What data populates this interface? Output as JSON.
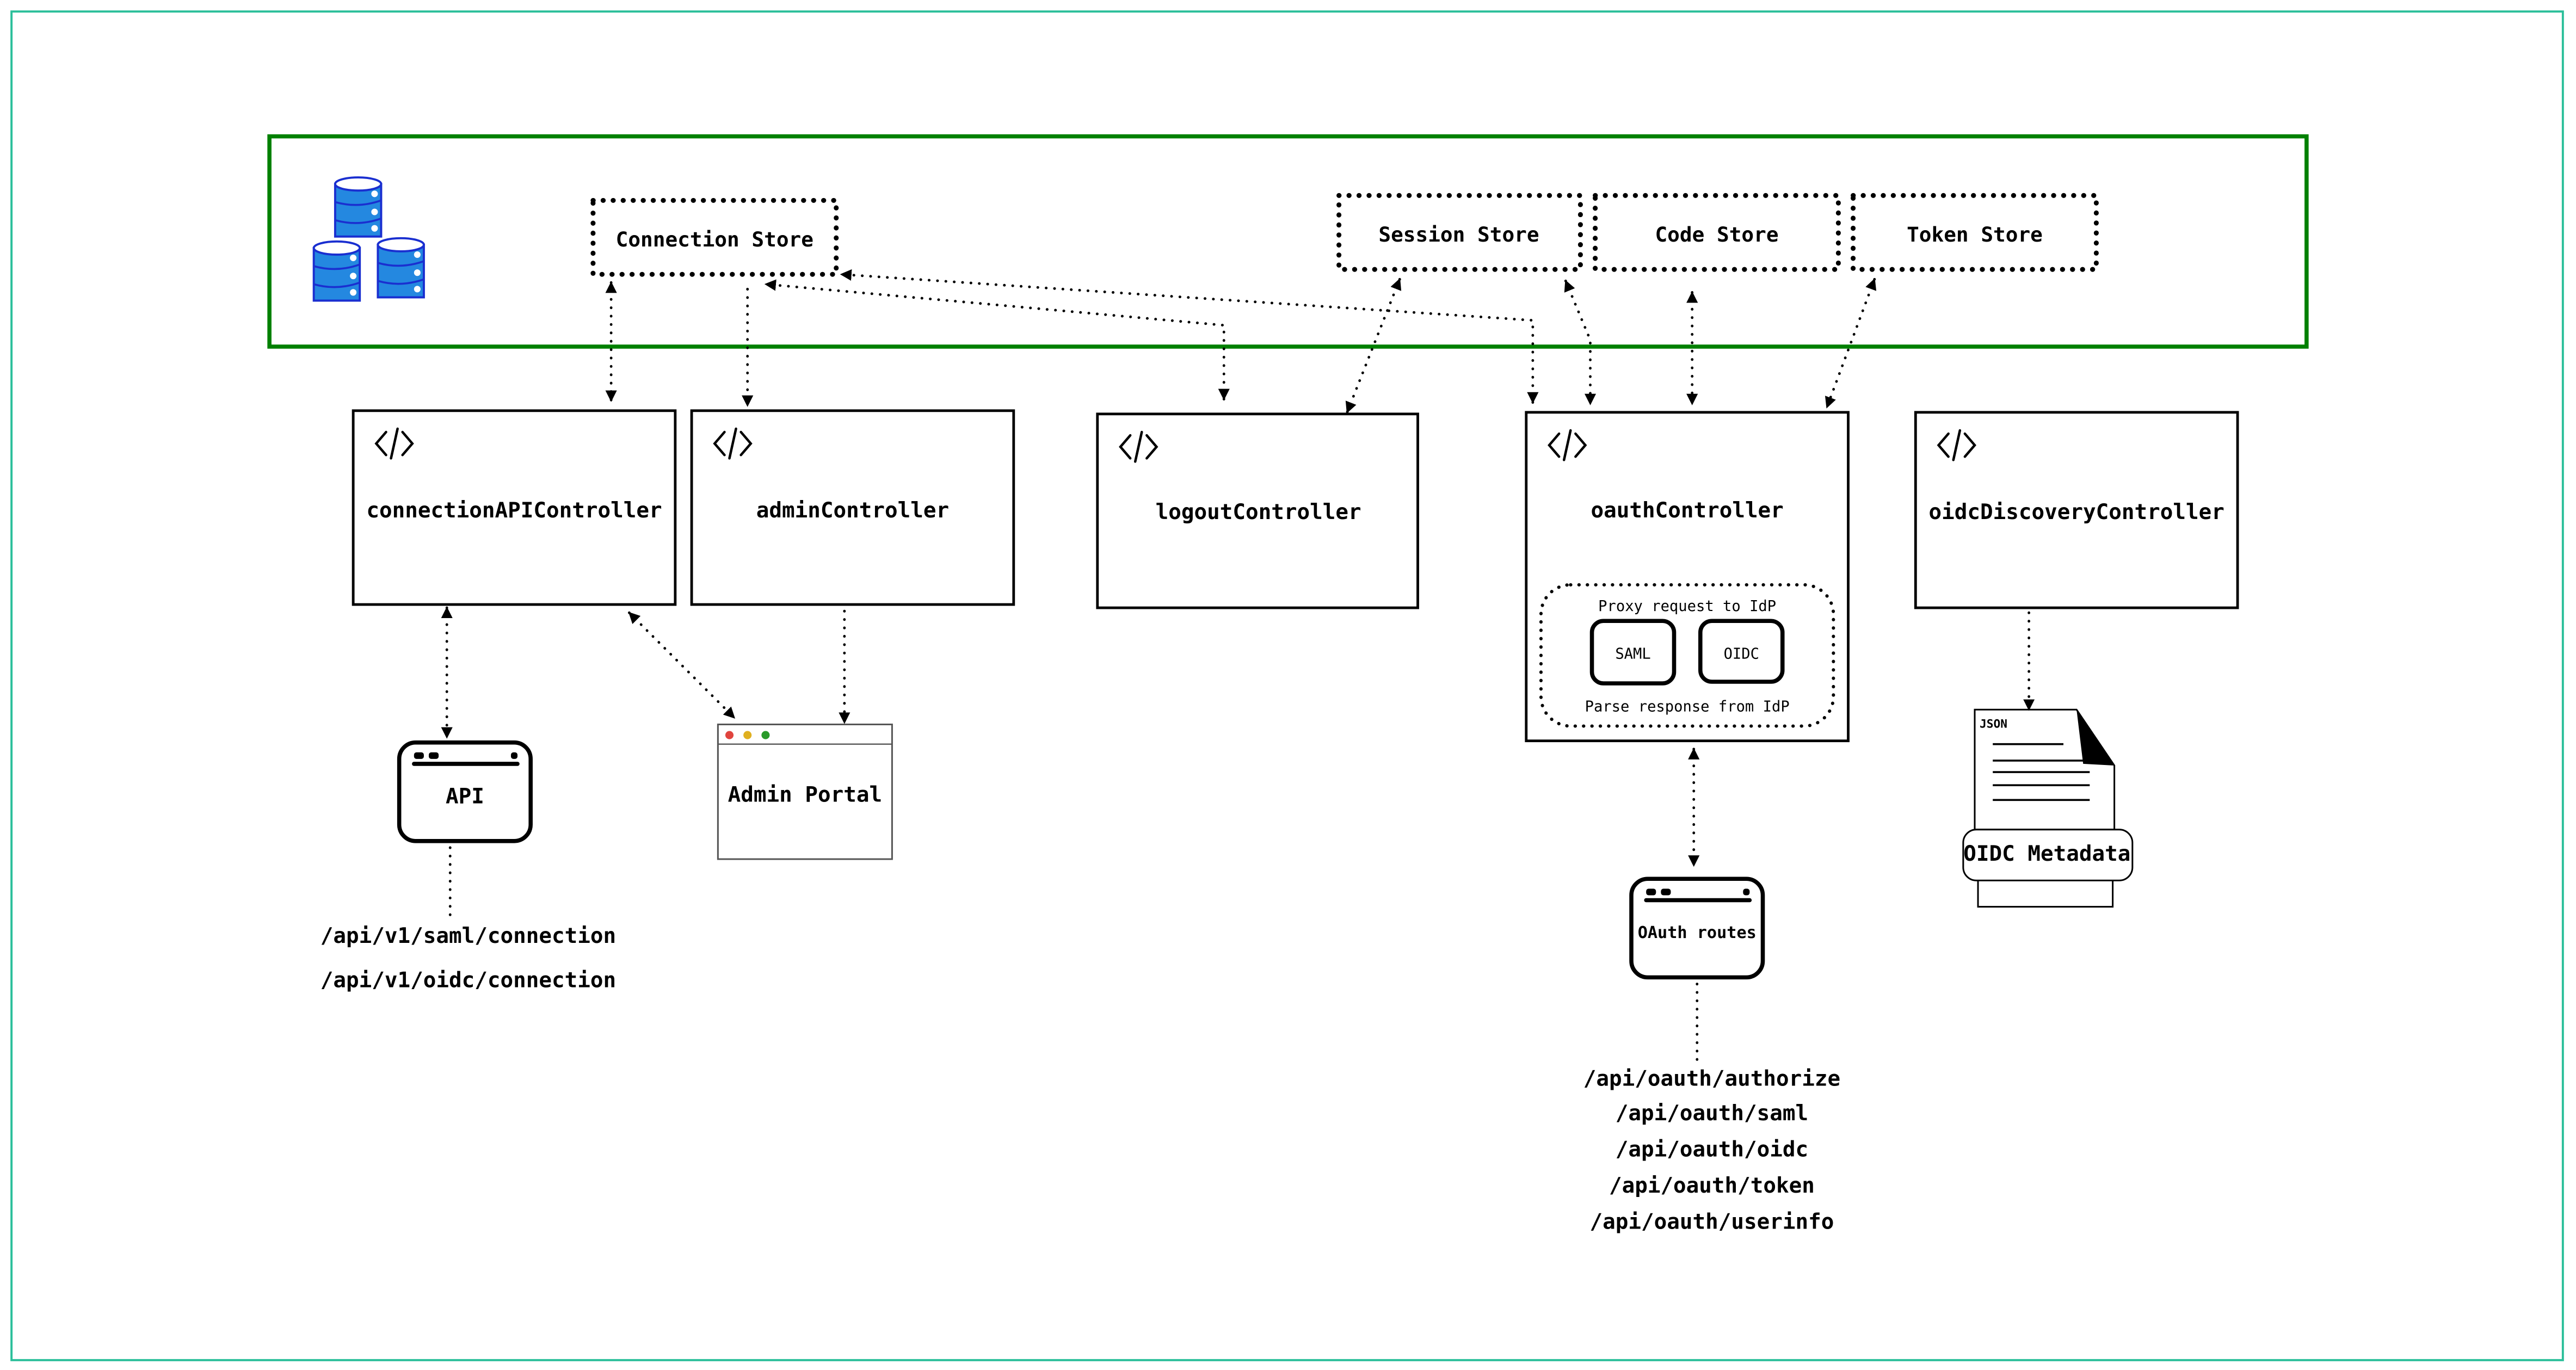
{
  "stores": {
    "connection": "Connection Store",
    "session": "Session Store",
    "code": "Code Store",
    "token": "Token Store"
  },
  "controllers": {
    "connectionAPI": "connectionAPIController",
    "admin": "adminController",
    "logout": "logoutController",
    "oauth": "oauthController",
    "oidcDiscovery": "oidcDiscoveryController"
  },
  "oauth_inner": {
    "proxy": "Proxy request to IdP",
    "saml": "SAML",
    "oidc": "OIDC",
    "parse": "Parse response from IdP"
  },
  "clients": {
    "api": "API",
    "admin_portal": "Admin Portal",
    "oauth_routes": "OAuth routes",
    "json_tag": "JSON",
    "oidc_metadata": "OIDC Metadata"
  },
  "api_routes": [
    "/api/v1/saml/connection",
    "/api/v1/oidc/connection"
  ],
  "oauth_routes": [
    "/api/oauth/authorize",
    "/api/oauth/saml",
    "/api/oauth/oidc",
    "/api/oauth/token",
    "/api/oauth/userinfo"
  ],
  "colors": {
    "frame": "#2bbf9a",
    "datastore_border": "#008000",
    "db_fill": "#2488e0",
    "db_stroke": "#1a2fd0"
  }
}
